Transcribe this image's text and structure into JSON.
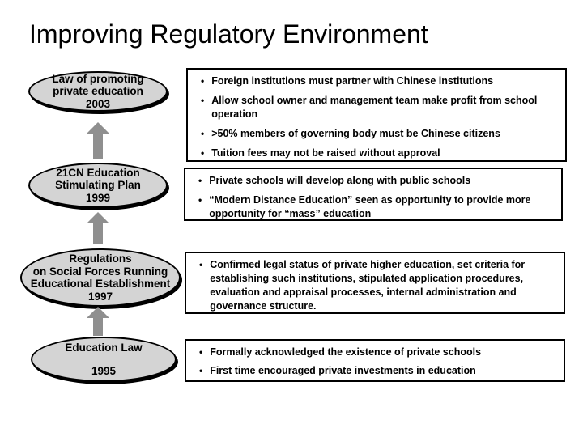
{
  "slide": {
    "title": "Improving Regulatory Environment"
  },
  "bullet_char": "•",
  "colors": {
    "ellipse_fill": "#d4d4d4",
    "arrow": "#8f8f8f",
    "panel_border": "#000000",
    "bg": "#ffffff",
    "text": "#000000"
  },
  "timeline": [
    {
      "lines": [
        "Law of promoting",
        "private education",
        "2003"
      ]
    },
    {
      "lines": [
        "21CN Education",
        "Stimulating Plan",
        "1999"
      ]
    },
    {
      "lines": [
        "Regulations",
        "on Social Forces Running",
        "Educational Establishment",
        "1997"
      ]
    },
    {
      "lines": [
        "Education Law",
        "1995"
      ]
    }
  ],
  "panels": [
    {
      "bullets": [
        "Foreign institutions must partner with Chinese institutions",
        "Allow school owner and management team make profit from school operation",
        ">50% members of governing body must be Chinese citizens",
        "Tuition fees may not be raised without approval"
      ]
    },
    {
      "bullets": [
        "Private schools will develop along with public schools",
        "“Modern Distance Education” seen as opportunity to provide more opportunity for  “mass” education"
      ]
    },
    {
      "bullets": [
        "Confirmed legal status of private higher education,  set criteria for establishing such institutions, stipulated application procedures,  evaluation  and appraisal processes, internal administration and governance structure."
      ]
    },
    {
      "bullets": [
        "Formally acknowledged the existence of private schools",
        "First time encouraged private investments in education"
      ]
    }
  ]
}
